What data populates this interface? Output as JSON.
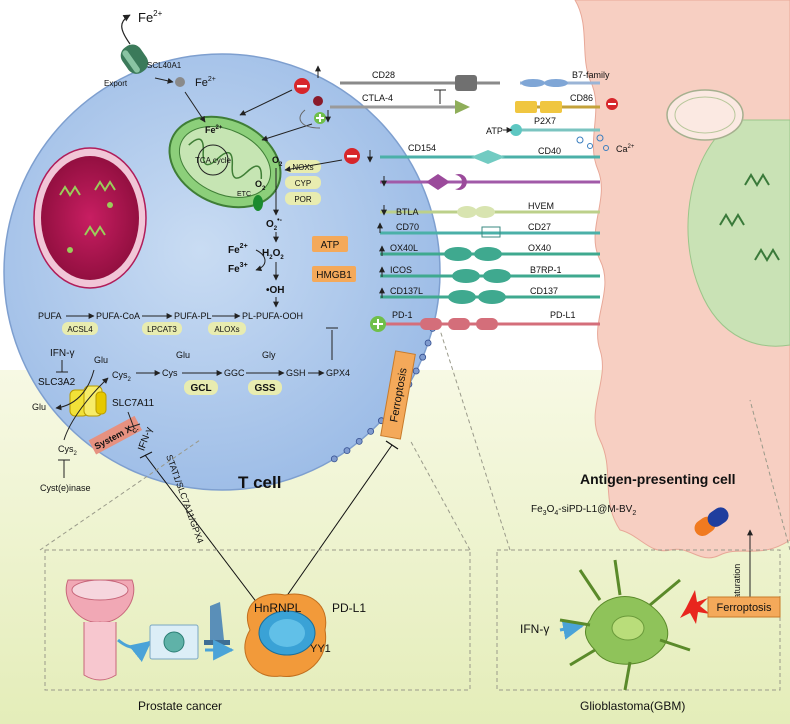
{
  "colors": {
    "tcell_fill": "#a9c6ea",
    "tcell_edge": "#7e9fcf",
    "apc_fill": "#f6c9bc",
    "bottom_bg": "#eef3cf",
    "ferroptosis_box": "#f4a95a",
    "label_pill": "#e8ecb0",
    "inhibit_red": "#d7262b",
    "activate_green": "#6fbf4a",
    "receptor_teal": "#3fa98f",
    "receptor_pink": "#d46e7a",
    "receptor_purple": "#9b4a9b",
    "mito_fill": "#8ccf7a",
    "nucleus_fill": "#b0134e"
  },
  "top": {
    "fe2_top": "Fe",
    "fe2_top_sup": "2+",
    "transporter": "SCL40A1",
    "export": "Export",
    "fe2_in": "Fe",
    "fe2_in_sup": "2+"
  },
  "mitochondrion": {
    "fe2": "Fe",
    "fe2_sup": "2+",
    "tca": "TCA cycle",
    "etc": "ETC",
    "o2": "O",
    "o2_sub": "2"
  },
  "ros": {
    "o2": "O",
    "o2_sub": "2",
    "enzymes": [
      "NOXs",
      "CYP",
      "POR"
    ],
    "superoxide": "O",
    "superoxide_sub": "2",
    "superoxide_sup": "•-",
    "h2o2": "H",
    "h2o2_sub": "2",
    "h2o2_rest": "O",
    "h2o2_sub2": "2",
    "fe2": "Fe",
    "fe2_sup": "2+",
    "fe3": "Fe",
    "fe3_sup": "3+",
    "oh": "•OH",
    "atp": "ATP",
    "hmgb1": "HMGB1"
  },
  "lipid": {
    "pufa": "PUFA",
    "pufa_coa": "PUFA-CoA",
    "pufa_pl": "PUFA-PL",
    "pl_pufa_ooh": "PL-PUFA-OOH",
    "acsl4": "ACSL4",
    "lpcat3": "LPCAT3",
    "aloxs": "ALOXs"
  },
  "gsh": {
    "ifng": "IFN-γ",
    "slc3a2": "SLC3A2",
    "glu_top": "Glu",
    "cys2": "Cys",
    "cys2_sub": "2",
    "cys": "Cys",
    "glu": "Glu",
    "gly": "Gly",
    "ggc": "GGC",
    "gsh": "GSH",
    "gpx4": "GPX4",
    "gcl": "GCL",
    "gss": "GSS",
    "glu_out": "Glu",
    "slc7a11": "SLC7A11",
    "cys2_out": "Cys",
    "cys2_out_sub": "2",
    "system_xc": "System X",
    "system_xc_sub": "C-",
    "cystinase": "Cyst(e)inase",
    "ifng2": "IFN-γ",
    "stat1": "STAT1/SLC7A11/GPX4"
  },
  "receptors": {
    "cd28": "CD28",
    "b7": "B7-family",
    "ctla4": "CTLA-4",
    "cd86": "CD86",
    "atp": "ATP",
    "p2x7": "P2X7",
    "ca": "Ca",
    "ca_sup": "2+",
    "cd154": "CD154",
    "cd40": "CD40",
    "btla": "BTLA",
    "hvem": "HVEM",
    "cd70": "CD70",
    "cd27": "CD27",
    "ox40l": "OX40L",
    "ox40": "OX40",
    "icos": "ICOS",
    "b7rp1": "B7RP-1",
    "cd137l": "CD137L",
    "cd137": "CD137",
    "pd1": "PD-1",
    "pdl1": "PD-L1"
  },
  "labels": {
    "tcell": "T cell",
    "ferroptosis": "Ferroptosis",
    "apc": "Antigen-presenting cell",
    "nanoparticle": "Fe",
    "nanoparticle_sub1": "3",
    "nanoparticle_mid": "O",
    "nanoparticle_sub2": "4",
    "nanoparticle_rest": "-siPD-L1@M-BV",
    "nanoparticle_sub3": "2",
    "maturation": "maturation"
  },
  "prostate": {
    "hnrnpl": "HnRNPL",
    "pdl1": "PD-L1",
    "yy1": "YY1",
    "caption": "Prostate cancer"
  },
  "gbm": {
    "ifng": "IFN-γ",
    "ferroptosis": "Ferroptosis",
    "caption": "Glioblastoma(GBM)"
  }
}
